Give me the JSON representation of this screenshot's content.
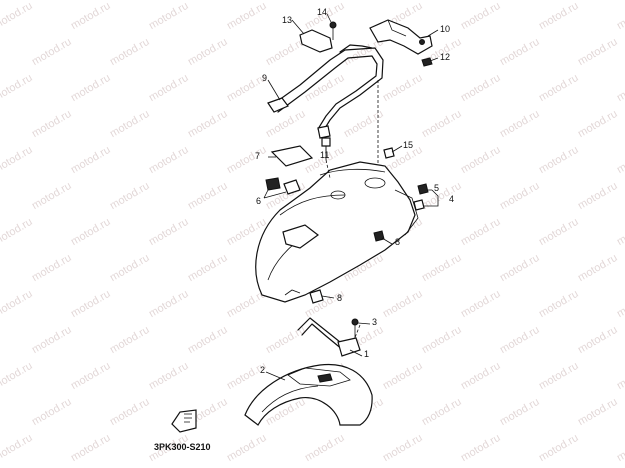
{
  "watermark": "motod.ru",
  "diagram_code": "3PK300-S210",
  "callouts": {
    "c1": "1",
    "c2": "2",
    "c3": "3",
    "c4": "4",
    "c5": "5",
    "c6": "6",
    "c7": "7",
    "c8a": "8",
    "c8b": "8",
    "c9": "9",
    "c10": "10",
    "c11": "11",
    "c12": "12",
    "c13": "13",
    "c14": "14",
    "c15": "15"
  }
}
